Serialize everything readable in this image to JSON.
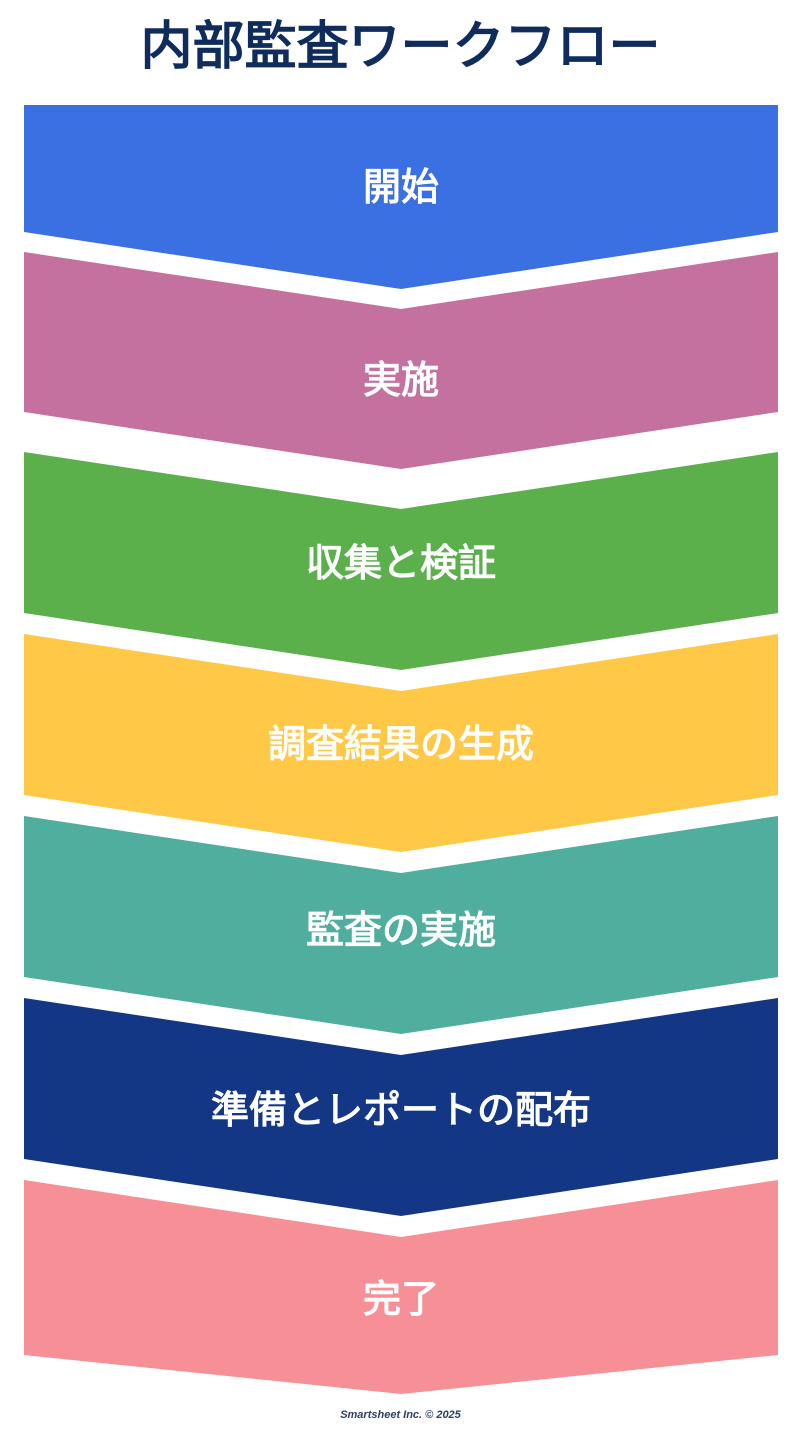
{
  "title": "内部監査ワークフロー",
  "footer": "Smartsheet Inc. © 2025",
  "chart_data": {
    "type": "funnel",
    "title": "内部監査ワークフロー",
    "orientation": "vertical",
    "shape": "chevron-funnel",
    "background": "#ffffff",
    "title_color": "#0f2c5c",
    "label_color": "#ffffff",
    "footer_color": "#2b3f63",
    "stage_count": 7,
    "categories": [
      "開始",
      "実施",
      "収集と検証",
      "調査結果の生成",
      "監査の実施",
      "準備とレポートの配布",
      "完了"
    ],
    "colors": [
      "#3b70e2",
      "#c471a0",
      "#5bb04c",
      "#ffc846",
      "#4fae9e",
      "#133685",
      "#f78f96"
    ],
    "stages": [
      {
        "index": 1,
        "label": "開始",
        "color": "#3b70e2"
      },
      {
        "index": 2,
        "label": "実施",
        "color": "#c471a0"
      },
      {
        "index": 3,
        "label": "収集と検証",
        "color": "#5bb04c"
      },
      {
        "index": 4,
        "label": "調査結果の生成",
        "color": "#ffc846"
      },
      {
        "index": 5,
        "label": "監査の実施",
        "color": "#4fae9e"
      },
      {
        "index": 6,
        "label": "準備とレポートの配布",
        "color": "#133685"
      },
      {
        "index": 7,
        "label": "完了",
        "color": "#f78f96"
      }
    ]
  }
}
